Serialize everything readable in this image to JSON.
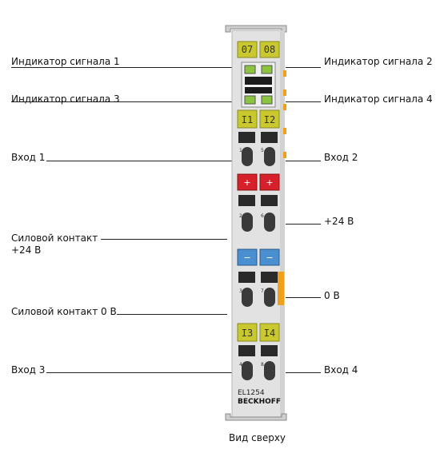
{
  "labels_left": {
    "signal1": "Индикатор сигнала 1",
    "signal3": "Индикатор сигнала 3",
    "input1": "Вход 1",
    "power_plus_line1": "Силовой контакт",
    "power_plus_line2": "+24 В",
    "power_zero": "Силовой контакт 0 В",
    "input3": "Вход 3"
  },
  "labels_right": {
    "signal2": "Индикатор сигнала 2",
    "signal4": "Индикатор сигнала 4",
    "input2": "Вход 2",
    "plus24": "+24 В",
    "zero": "0 В",
    "input4": "Вход 4"
  },
  "module": {
    "top_tags": [
      "07",
      "08"
    ],
    "mid_tags": [
      "I1",
      "I2"
    ],
    "bottom_tags": [
      "I3",
      "I4"
    ],
    "plus_sign": "+",
    "minus_sign": "−",
    "pin_numbers": [
      "1",
      "5",
      "2",
      "6",
      "3",
      "7",
      "4",
      "8"
    ],
    "model": "EL1254",
    "brand": "BECKHOFF"
  },
  "caption": "Вид сверху",
  "colors": {
    "tag_yellow": "#c9c82e",
    "plus_red": "#d6202b",
    "minus_blue": "#4a8fcf",
    "orange": "#f0a11a",
    "body_gray": "#e2e2e2"
  }
}
